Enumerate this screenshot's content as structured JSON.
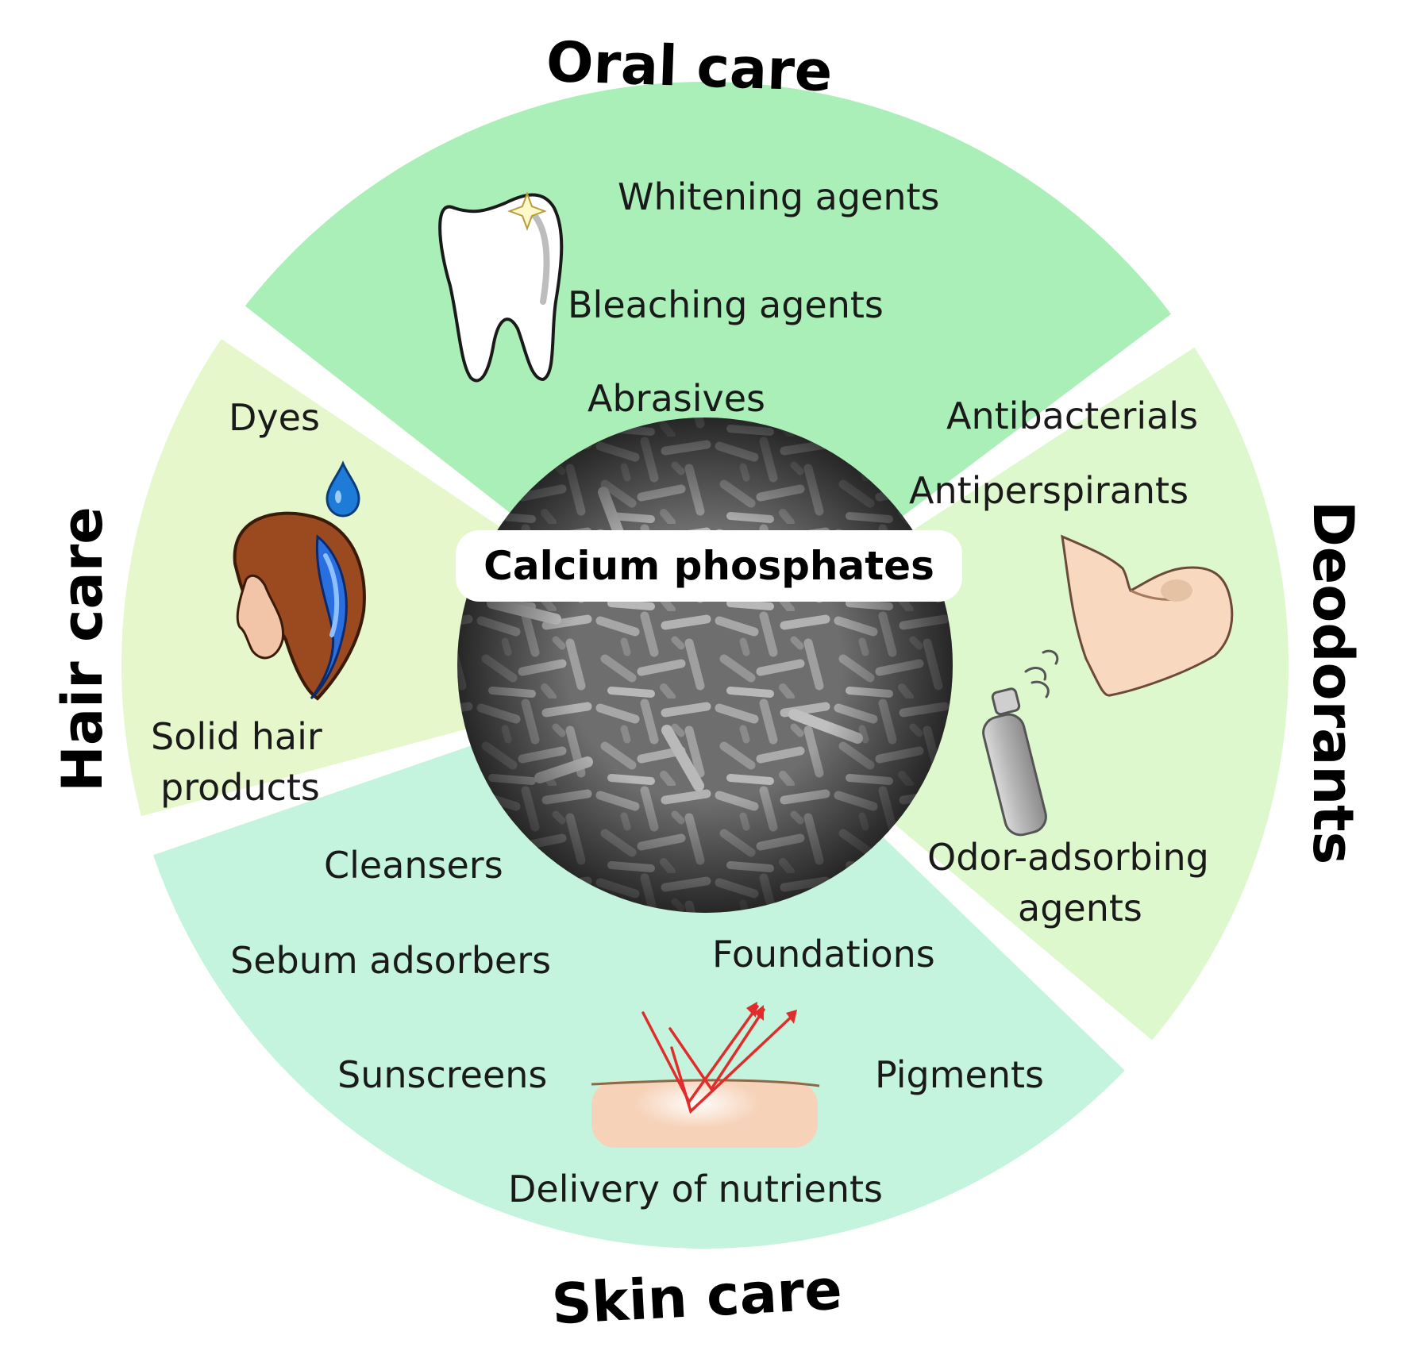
{
  "center": {
    "title": "Calcium phosphates"
  },
  "categories": {
    "oral_care": "Oral care",
    "hair_care": "Hair care",
    "deodorants": "Deodorants",
    "skin_care": "Skin care"
  },
  "oral_care": {
    "items": [
      "Whitening agents",
      "Bleaching agents",
      "Abrasives"
    ],
    "color": "#a9efb7"
  },
  "hair_care": {
    "items": [
      "Dyes",
      "Solid hair",
      "products"
    ],
    "color": "#e6f7cc"
  },
  "deodorants": {
    "items": [
      "Antibacterials",
      "Antiperspirants",
      "Odor-adsorbing",
      "agents"
    ],
    "color": "#def8ce"
  },
  "skin_care": {
    "items": [
      "Cleansers",
      "Sebum adsorbers",
      "Foundations",
      "Sunscreens",
      "Pigments",
      "Delivery of nutrients"
    ],
    "color": "#c4f4dd"
  },
  "icons": [
    "tooth-icon",
    "sparkle-icon",
    "water-drop-icon",
    "woman-head-icon",
    "armpit-icon",
    "spray-can-icon",
    "skin-reflection-icon"
  ]
}
